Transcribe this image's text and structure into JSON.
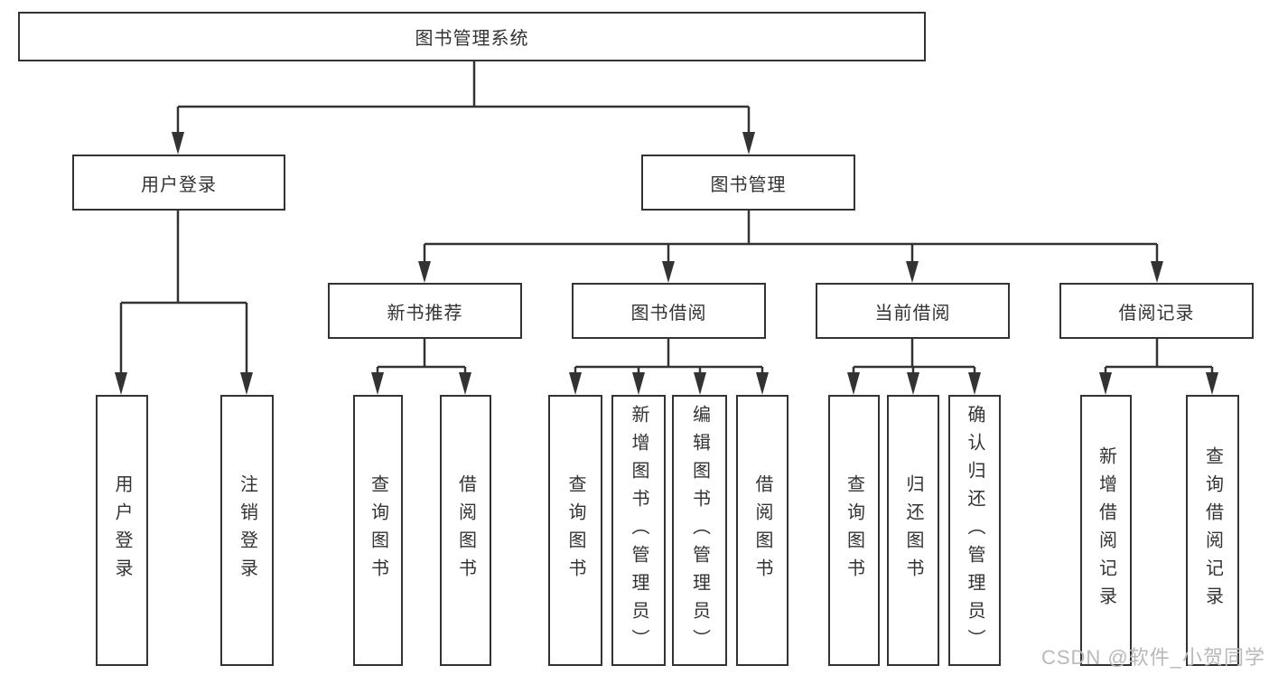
{
  "diagram": {
    "type": "tree",
    "root": {
      "label": "图书管理系统",
      "children": [
        {
          "label": "用户登录",
          "children": [
            {
              "label": "用户登录"
            },
            {
              "label": "注销登录"
            }
          ]
        },
        {
          "label": "图书管理",
          "children": [
            {
              "label": "新书推荐",
              "children": [
                {
                  "label": "查询图书"
                },
                {
                  "label": "借阅图书"
                }
              ]
            },
            {
              "label": "图书借阅",
              "children": [
                {
                  "label": "查询图书"
                },
                {
                  "label": "新增图书（管理员）"
                },
                {
                  "label": "编辑图书（管理员）"
                },
                {
                  "label": "借阅图书"
                }
              ]
            },
            {
              "label": "当前借阅",
              "children": [
                {
                  "label": "查询图书"
                },
                {
                  "label": "归还图书"
                },
                {
                  "label": "确认归还（管理员）"
                }
              ]
            },
            {
              "label": "借阅记录",
              "children": [
                {
                  "label": "新增借阅记录"
                },
                {
                  "label": "查询借阅记录"
                }
              ]
            }
          ]
        }
      ]
    }
  },
  "watermark": {
    "text": "CSDN @软件_小贺同学"
  },
  "colors": {
    "line": "#333333",
    "box_border": "#333333",
    "text": "#333333",
    "watermark": "#b9b9b9",
    "background": "#ffffff"
  }
}
